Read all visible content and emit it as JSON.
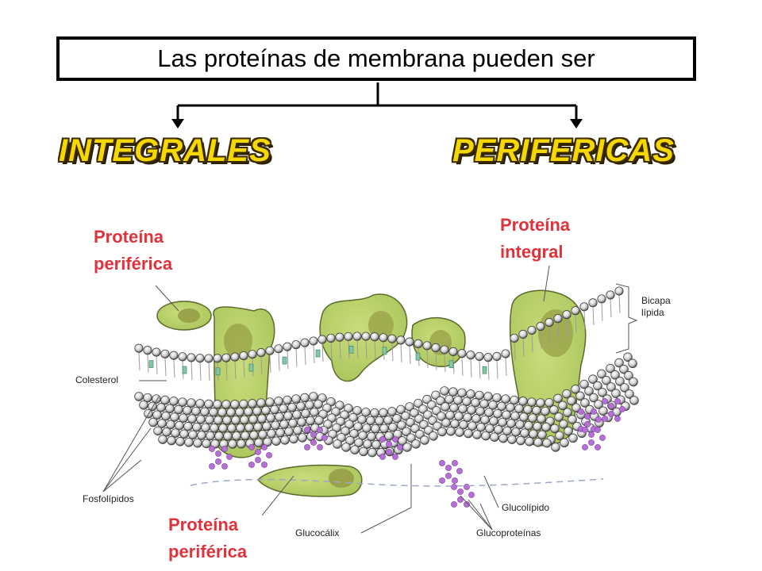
{
  "title": "Las proteínas de membrana pueden ser",
  "categories": {
    "left": "INTEGRALES",
    "right": "PERIFERICAS"
  },
  "labels": {
    "peripheral_top_line1": "Proteína",
    "peripheral_top_line2": "periférica",
    "integral_line1": "Proteína",
    "integral_line2": "integral",
    "peripheral_bottom_line1": "Proteína",
    "peripheral_bottom_line2": "periférica",
    "bilayer_line1": "Bicapa",
    "bilayer_line2": "lípida",
    "cholesterol": "Colesterol",
    "phospholipids": "Fosfolípidos",
    "glycocalyx": "Glucocálix",
    "glycolipid": "Glucolípido",
    "glycoproteins": "Glucoproteínas"
  },
  "colors": {
    "category_fill": "#f6d700",
    "label_red": "#e0323a",
    "protein_green": "#b8d46a",
    "protein_dark": "#9aa24a",
    "sugar_purple": "#b56fd6"
  }
}
